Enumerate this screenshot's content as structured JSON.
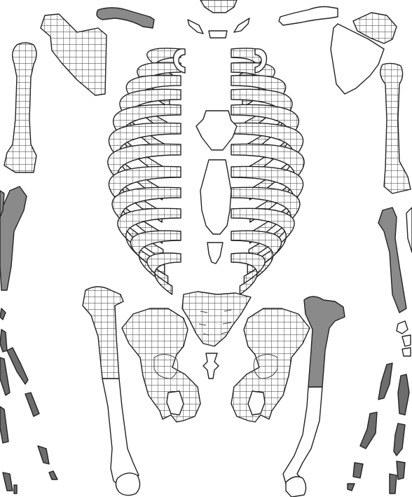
{
  "legend": {
    "present_grid": "grid-hatched",
    "present_grey": "grey",
    "missing": "white"
  },
  "colors": {
    "outline": "#222222",
    "grid_line": "#333333",
    "grey_bone": "#8a8a8a",
    "dark_bone": "#6d6d6d",
    "background": "#ffffff"
  }
}
